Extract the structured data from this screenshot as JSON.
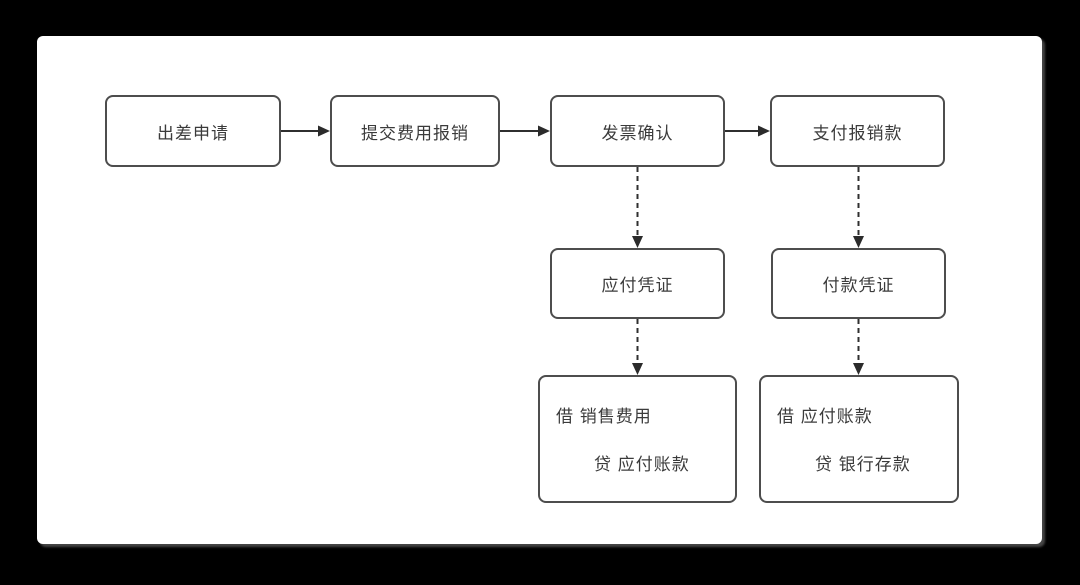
{
  "diagram": {
    "type": "flowchart",
    "background_color": "#000000",
    "canvas_color": "#ffffff",
    "node_border_color": "#4d4d4d",
    "text_color": "#3b3b3b",
    "arrow_color": "#2f2f2f",
    "process_nodes": [
      {
        "label": "出差申请"
      },
      {
        "label": "提交费用报销"
      },
      {
        "label": "发票确认"
      },
      {
        "label": "支付报销款"
      }
    ],
    "voucher_nodes": [
      {
        "label": "应付凭证"
      },
      {
        "label": "付款凭证"
      }
    ],
    "journal_nodes": [
      {
        "line1": "借 销售费用",
        "line2": "贷 应付账款"
      },
      {
        "line1": "借 应付账款",
        "line2": "贷 银行存款"
      }
    ],
    "edges": [
      {
        "from": "出差申请",
        "to": "提交费用报销",
        "style": "solid"
      },
      {
        "from": "提交费用报销",
        "to": "发票确认",
        "style": "solid"
      },
      {
        "from": "发票确认",
        "to": "支付报销款",
        "style": "solid"
      },
      {
        "from": "发票确认",
        "to": "应付凭证",
        "style": "dashed"
      },
      {
        "from": "支付报销款",
        "to": "付款凭证",
        "style": "dashed"
      },
      {
        "from": "应付凭证",
        "to": "借 销售费用 / 贷 应付账款",
        "style": "dashed"
      },
      {
        "from": "付款凭证",
        "to": "借 应付账款 / 贷 银行存款",
        "style": "dashed"
      }
    ]
  }
}
